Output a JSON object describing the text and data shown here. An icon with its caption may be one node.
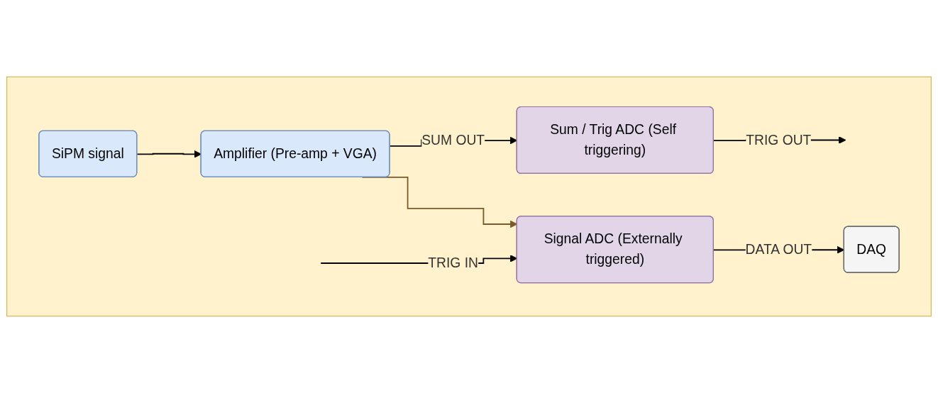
{
  "diagram": {
    "nodes": [
      {
        "text": [],
        "shape": "box"
      },
      {
        "text": [
          "SiPM signal"
        ],
        "in": 0
      },
      {
        "text": [
          "Amplifier (Pre-amp + VGA)"
        ],
        "in": 0
      },
      {
        "text": [
          "Sum / Trig ADC (Self triggering)"
        ],
        "in": 0
      },
      {
        "text": [
          "Signal ADC (Externally triggered)"
        ],
        "in": 0
      },
      {
        "text": [
          "DAQ"
        ],
        "in": 0
      }
    ],
    "edges": [
      {
        "from": 1,
        "to": 2,
        "arrow": "to"
      },
      {
        "from": 2,
        "to": 3,
        "arrow": "to",
        "label": "SUM OUT"
      },
      {
        "from": 2,
        "to": 4,
        "arrow": "to",
        "color": "#7a5a2a"
      },
      {
        "from": 3,
        "to": null,
        "arrow": "to",
        "label": "TRIG OUT"
      },
      {
        "from": 4,
        "to": 5,
        "arrow": "to",
        "label": "DATA OUT"
      },
      {
        "from": null,
        "to": 4,
        "arrow": "to",
        "label": "TRIG IN"
      }
    ]
  }
}
